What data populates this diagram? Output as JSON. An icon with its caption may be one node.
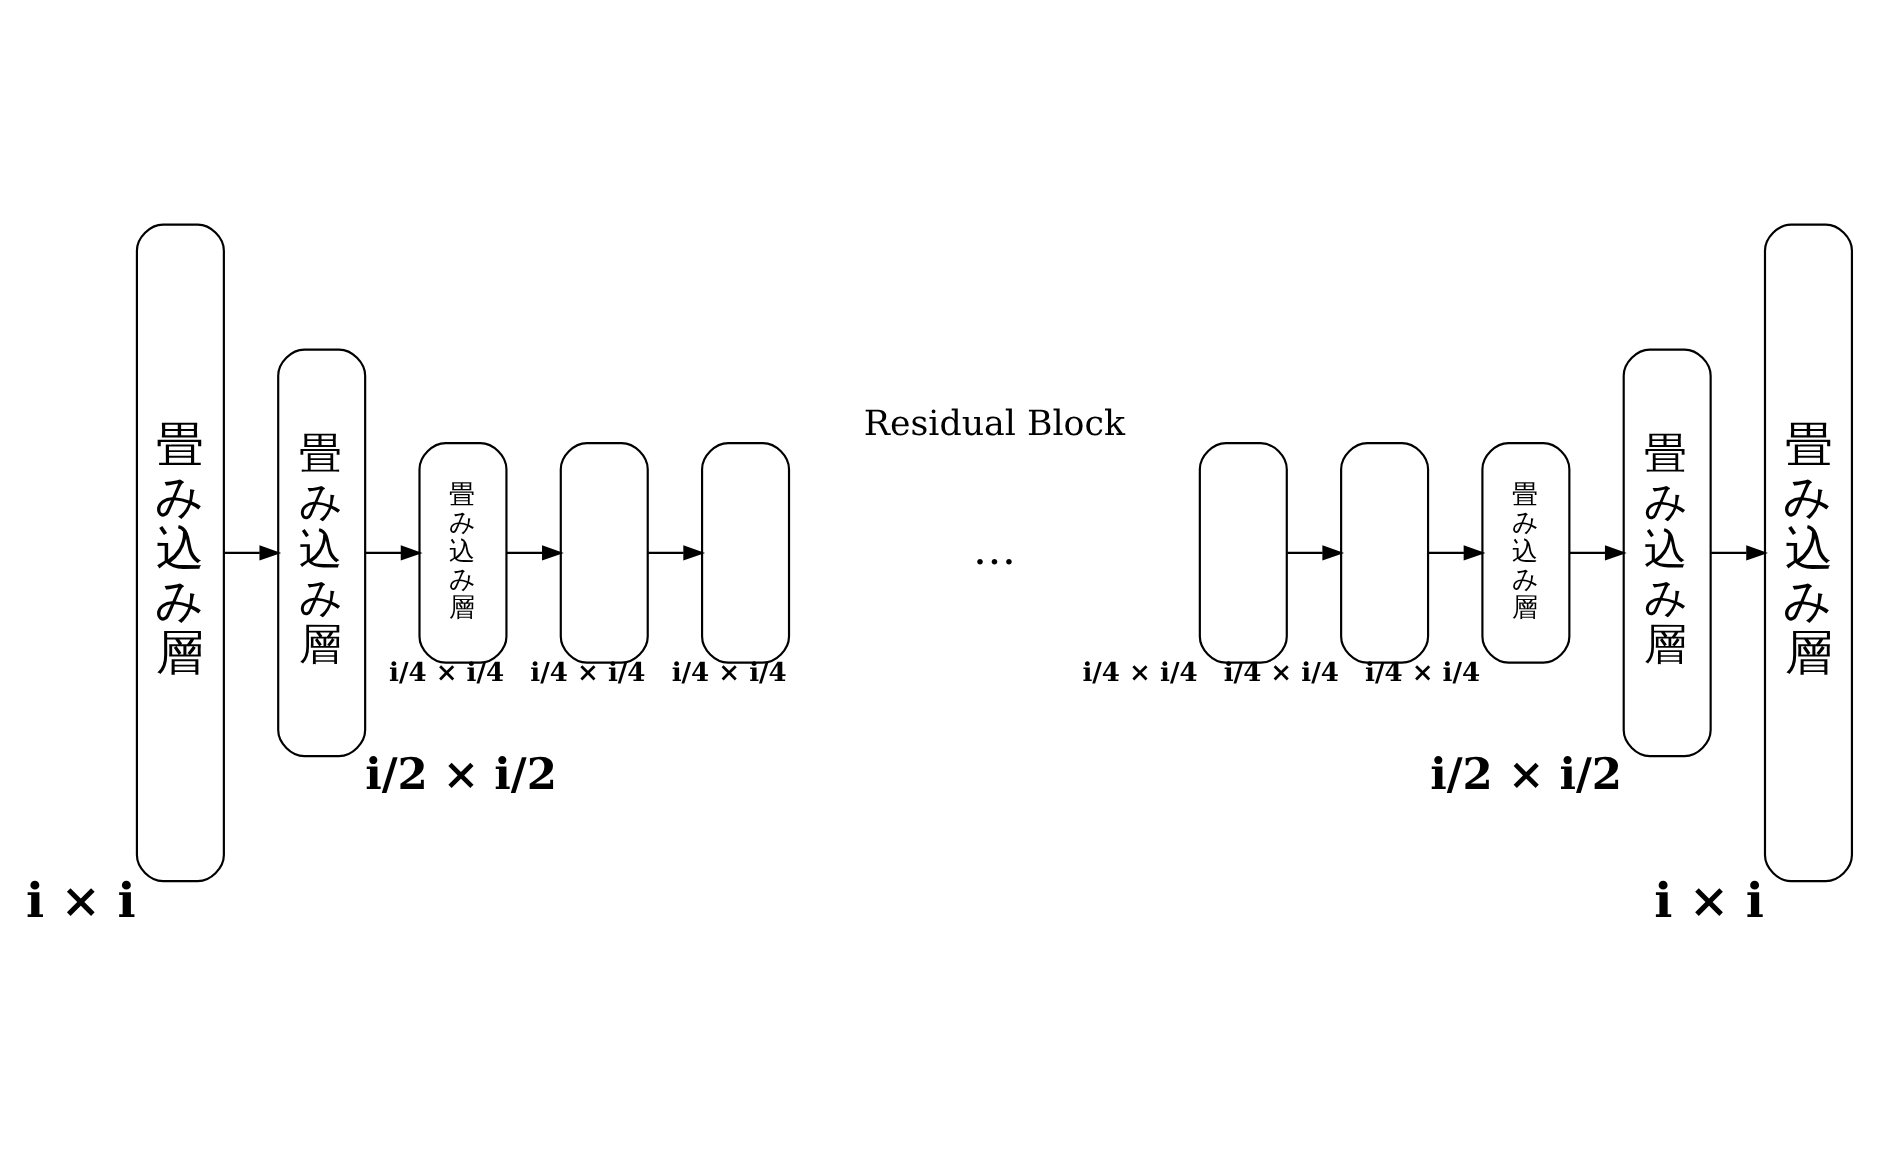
{
  "diagram": {
    "nodes": [
      {
        "text": [
          "畳み込み層"
        ],
        "beside": [
          "i × i"
        ]
      },
      {
        "text": [
          "畳み込み層"
        ],
        "beside": [
          "i/2 × i/2"
        ]
      },
      {
        "text": [
          "畳み込み層"
        ],
        "beside": [
          "i/4 × i/4"
        ]
      },
      {
        "text": [],
        "shape": "box",
        "beside": [
          "i/4 × i/4"
        ]
      },
      {
        "text": [],
        "shape": "box",
        "beside": [
          "i/4 × i/4"
        ]
      },
      {
        "text": [],
        "shape": "box",
        "beside": [
          "i/4 × i/4"
        ]
      },
      {
        "text": [],
        "shape": "box",
        "beside": [
          "i/4 × i/4"
        ]
      },
      {
        "text": [
          "畳み込み層"
        ],
        "beside": [
          "i/4 × i/4"
        ]
      },
      {
        "text": [
          "畳み込み層"
        ],
        "beside": [
          "i/2 × i/2"
        ]
      },
      {
        "text": [
          "畳み込み層"
        ],
        "beside": [
          "i × i"
        ]
      }
    ],
    "edges": [
      {
        "from": 0,
        "to": 1,
        "arrow": "to"
      },
      {
        "from": 1,
        "to": 2,
        "arrow": "to"
      },
      {
        "from": 2,
        "to": 3,
        "arrow": "to"
      },
      {
        "from": 3,
        "to": 4,
        "arrow": "to"
      },
      {
        "from": 5,
        "to": 6,
        "arrow": "to"
      },
      {
        "from": 6,
        "to": 7,
        "arrow": "to"
      },
      {
        "from": 7,
        "to": 8,
        "arrow": "to"
      },
      {
        "from": 8,
        "to": 9,
        "arrow": "to"
      }
    ],
    "labels": [
      "Residual Block",
      "…"
    ]
  }
}
